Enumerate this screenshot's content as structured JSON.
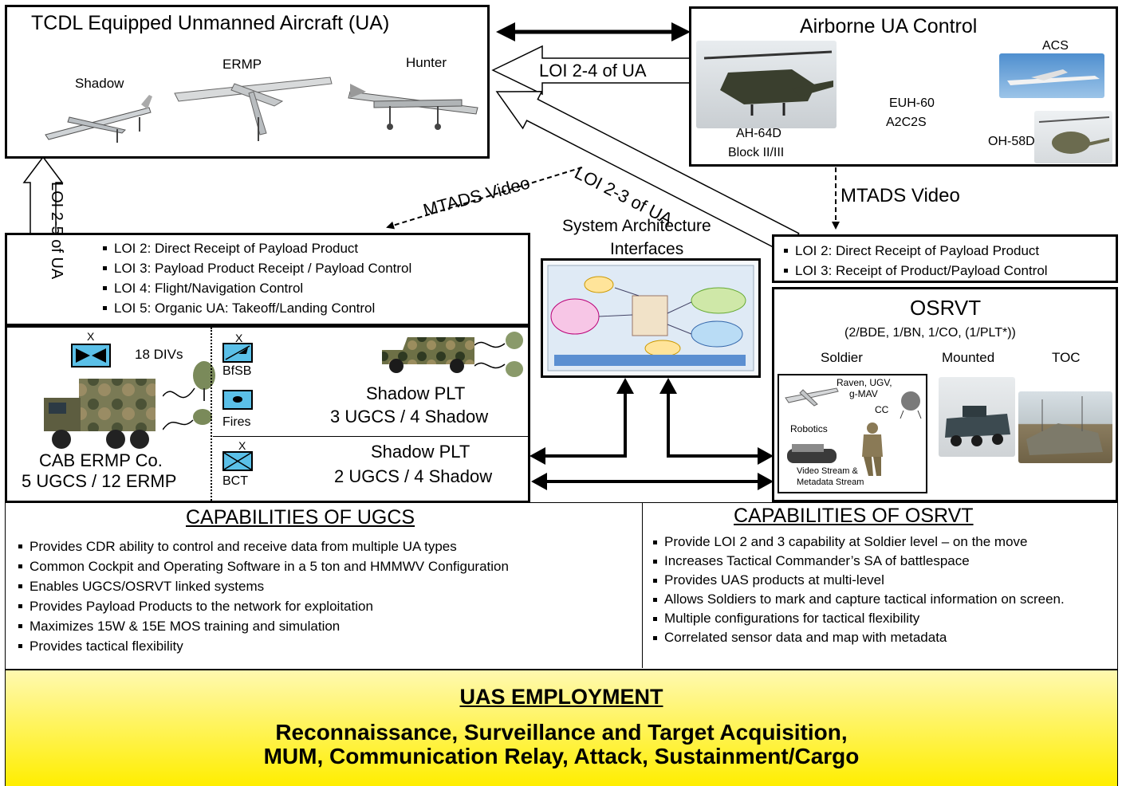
{
  "ua_box": {
    "title": "TCDL Equipped Unmanned Aircraft (UA)",
    "aircraft": [
      "Shadow",
      "ERMP",
      "Hunter"
    ]
  },
  "airborne_box": {
    "title": "Airborne UA Control",
    "labels": {
      "apache": "AH-64D",
      "apache_block": "Block II/III",
      "euh": "EUH-60",
      "a2c2s": "A2C2S",
      "acs": "ACS",
      "kiowa": "OH-58D"
    }
  },
  "links": {
    "loi_2_4": "LOI 2-4 of UA",
    "loi_2_3": "LOI 2-3 of UA",
    "loi_2_5": "LOI 2-5 of UA",
    "mtads_left": "MTADS Video",
    "mtads_right": "MTADS Video"
  },
  "loi_levels_left": {
    "items": [
      "LOI 2: Direct Receipt of Payload Product",
      "LOI 3: Payload Product Receipt / Payload Control",
      "LOI 4: Flight/Navigation Control",
      "LOI 5: Organic UA: Takeoff/Landing Control"
    ]
  },
  "loi_levels_right": {
    "items": [
      "LOI 2: Direct Receipt of Payload Product",
      "LOI 3: Receipt of Product/Payload Control"
    ]
  },
  "system_arch": {
    "title_line1": "System Architecture",
    "title_line2": "Interfaces"
  },
  "ugcs_units": {
    "divs": "18 DIVs",
    "cab_line1": "CAB ERMP Co.",
    "cab_line2": "5 UGCS / 12 ERMP",
    "bfsb": "BfSB",
    "fires": "Fires",
    "bct": "BCT",
    "x_mark": "X",
    "shadow_plt_a_line1": "Shadow PLT",
    "shadow_plt_a_line2": "3 UGCS / 4 Shadow",
    "shadow_plt_b_line1": "Shadow PLT",
    "shadow_plt_b_line2": "2 UGCS / 4 Shadow"
  },
  "osrvt": {
    "title": "OSRVT",
    "subtitle": "(2/BDE, 1/BN, 1/CO,  (1/PLT*))",
    "columns": [
      "Soldier",
      "Mounted",
      "TOC"
    ],
    "soldier_labels": {
      "raven": "Raven, UGV,",
      "gmav": "g-MAV",
      "cc": "CC",
      "robotics": "Robotics",
      "video_stream": "Video Stream &",
      "metadata_stream": "Metadata Stream"
    }
  },
  "capabilities_ugcs": {
    "title": "CAPABILITIES OF UGCS",
    "items": [
      "Provides CDR ability to control and receive data from multiple UA types",
      "Common Cockpit and Operating Software in a 5 ton and HMMWV Configuration",
      "Enables UGCS/OSRVT linked systems",
      "Provides Payload Products to the network for exploitation",
      "Maximizes 15W  & 15E MOS training and simulation",
      "Provides tactical flexibility"
    ]
  },
  "capabilities_osrvt": {
    "title": "CAPABILITIES OF OSRVT",
    "items": [
      "Provide LOI 2 and 3 capability at Soldier level – on the move",
      "Increases Tactical Commander’s SA of battlespace",
      "Provides UAS products at multi-level",
      "Allows Soldiers to mark and capture tactical information on screen.",
      "Multiple configurations for tactical flexibility",
      "Correlated sensor data and map with metadata"
    ]
  },
  "employment": {
    "title": "UAS EMPLOYMENT",
    "line1": "Reconnaissance, Surveillance and Target Acquisition,",
    "line2": "MUM, Communication Relay, Attack, Sustainment/Cargo"
  },
  "colors": {
    "banner_top": "#fff9b0",
    "banner_bottom": "#ffee00",
    "unit_blue": "#5bc0e8"
  }
}
